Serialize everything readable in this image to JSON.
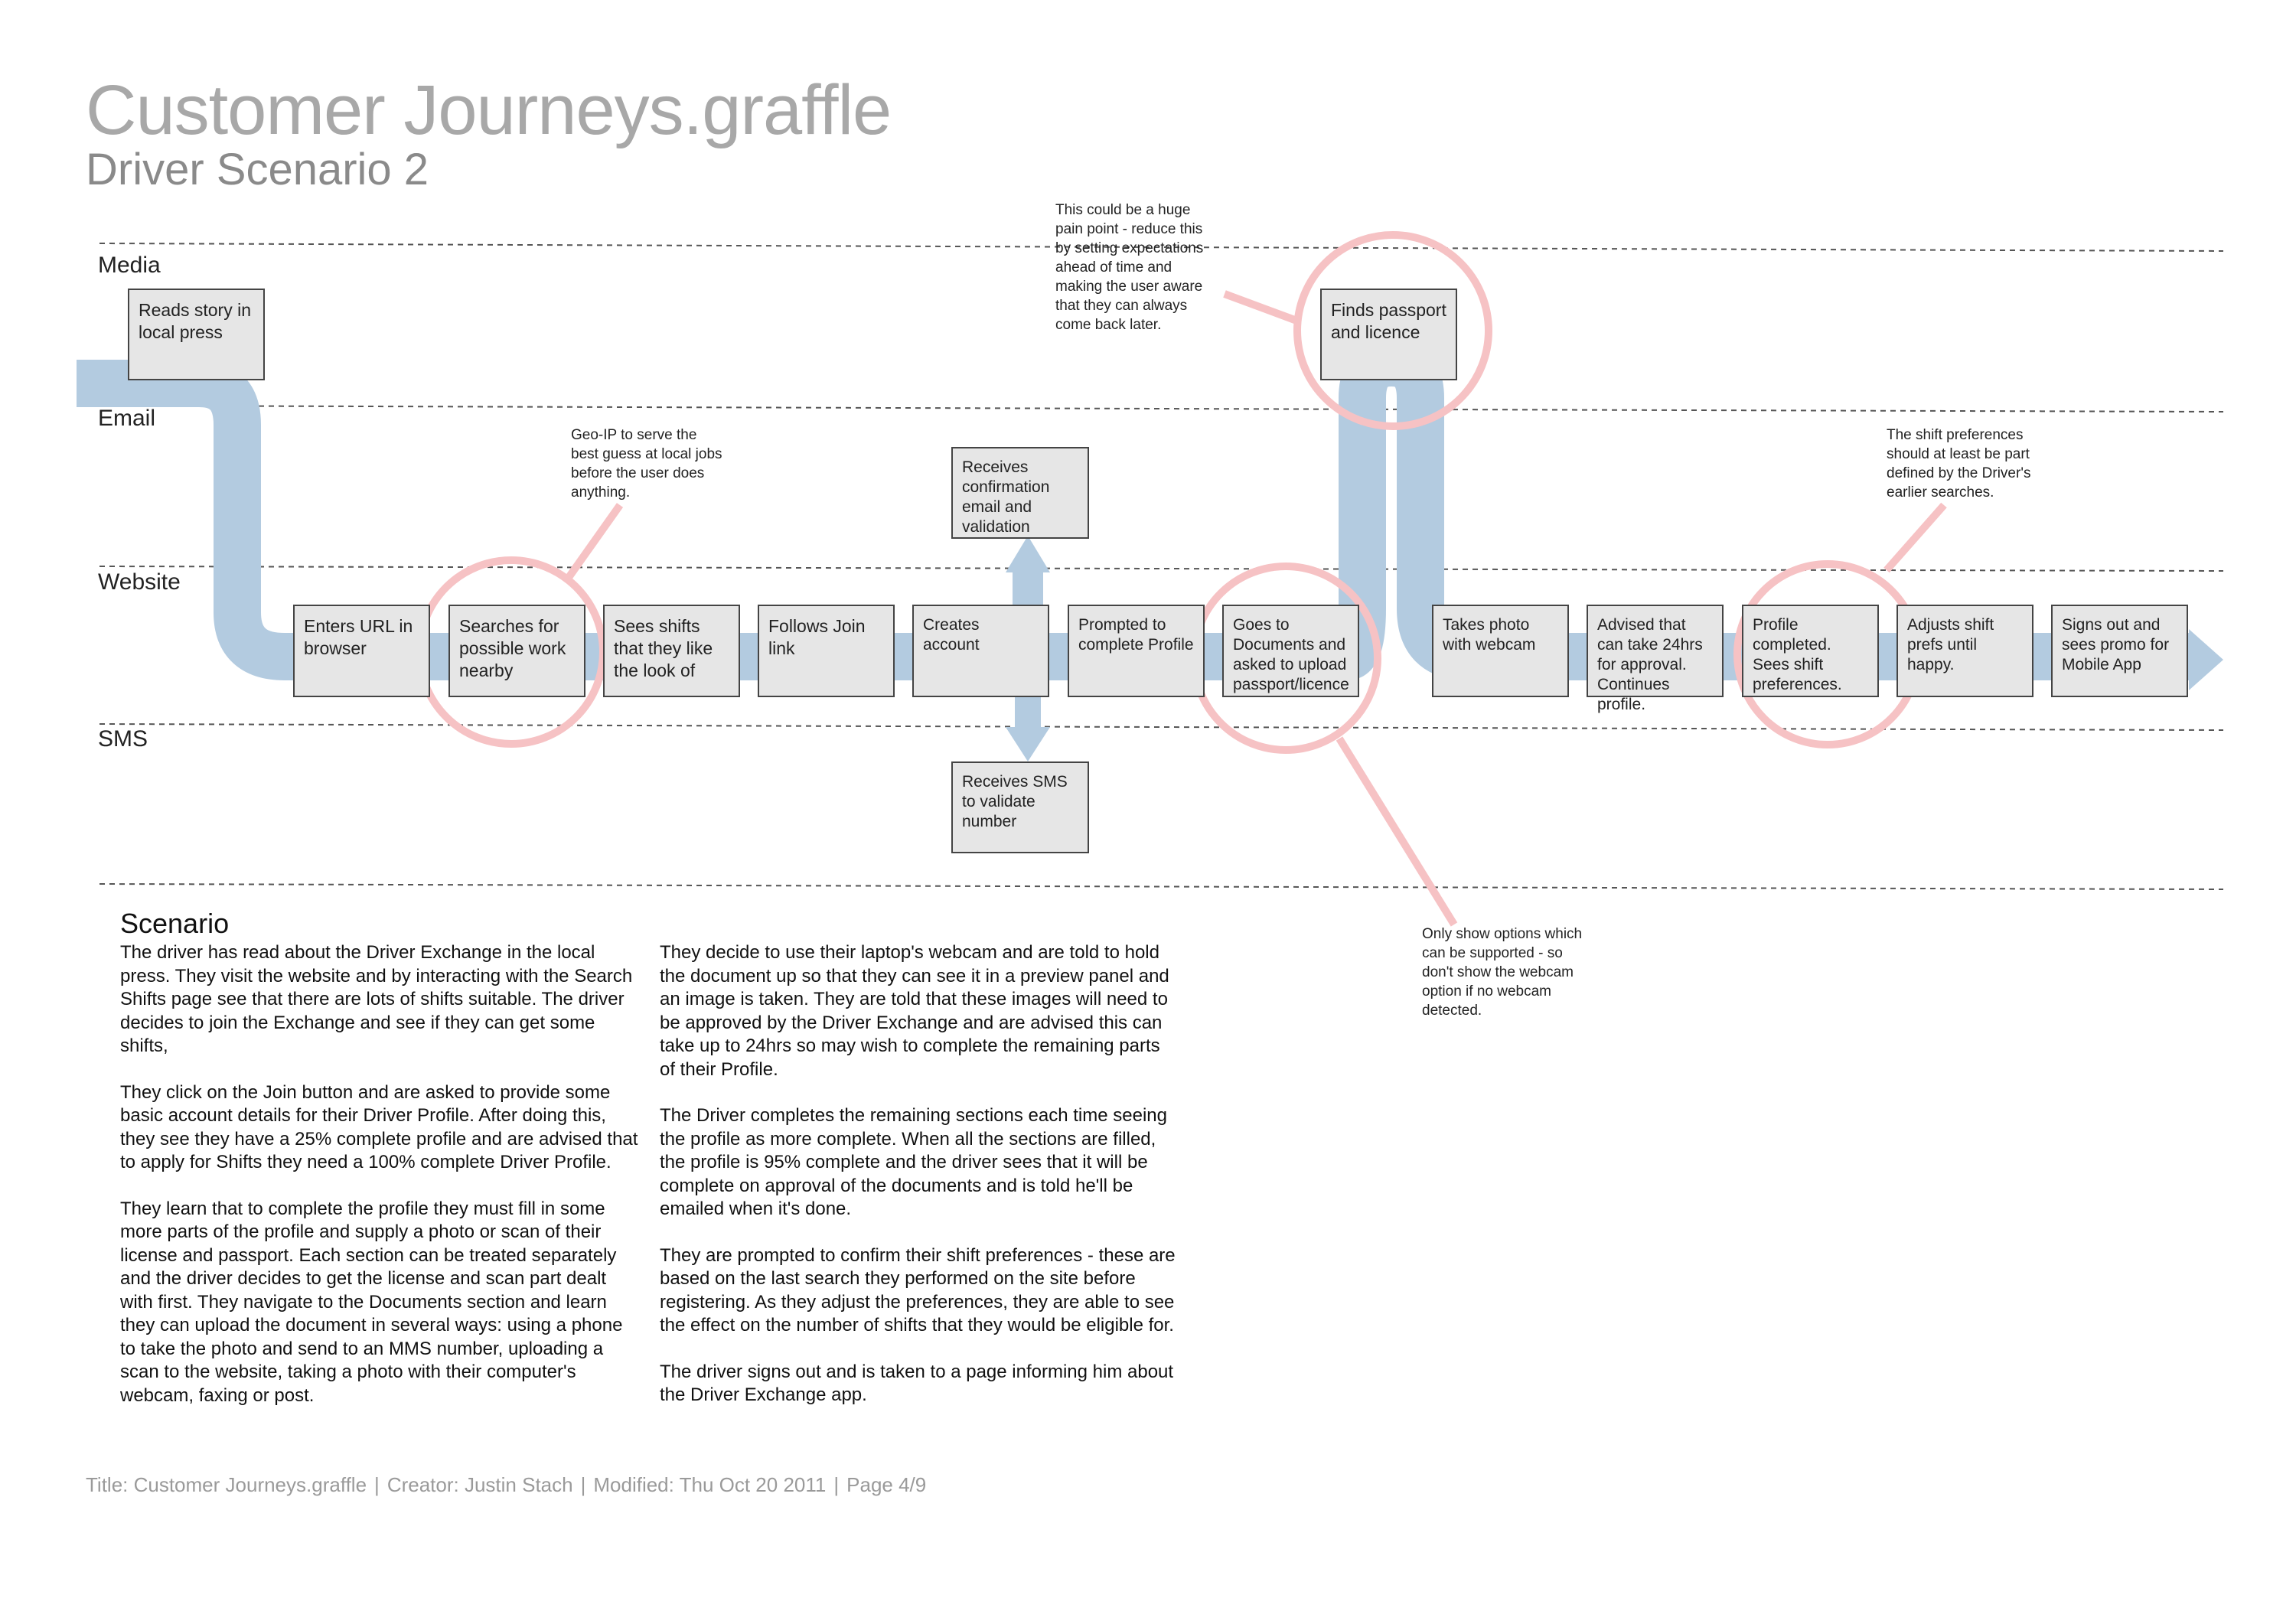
{
  "header": {
    "title": "Customer Journeys.graffle",
    "subtitle": "Driver Scenario 2"
  },
  "lanes": [
    "Media",
    "Email",
    "Website",
    "SMS"
  ],
  "steps": {
    "media_reads_story": "Reads story in local press",
    "enters_url": "Enters URL in browser",
    "searches_work": "Searches for possible work nearby",
    "sees_shifts": "Sees shifts that they like the look of",
    "follows_join": "Follows Join link",
    "creates_account": "Creates account",
    "receives_confirmation": "Receives confirmation email and validation",
    "receives_sms": "Receives SMS to validate number",
    "prompted_profile": "Prompted to complete Profile",
    "goes_documents": "Goes to Documents and asked to upload passport/licence",
    "finds_passport": "Finds passport and licence",
    "takes_photo": "Takes photo with webcam",
    "advised_24hrs": "Advised that can take 24hrs for approval. Continues profile.",
    "profile_completed": "Profile completed. Sees shift preferences.",
    "adjusts_shift": "Adjusts shift prefs until happy.",
    "signs_out": "Signs out and sees promo for Mobile App"
  },
  "notes": {
    "geo_ip": "Geo-IP to serve the best guess at local jobs before the user does anything.",
    "pain_point": "This could be a huge pain point - reduce this by setting expectations ahead of time and making the user aware that they can always come back later.",
    "shift_prefs": "The shift preferences should at least be part defined by the Driver's earlier searches.",
    "webcam": "Only show options which can be supported - so don't show the webcam option if no webcam detected."
  },
  "scenario": {
    "heading": "Scenario",
    "col1": [
      "The driver has read about the Driver Exchange in the local press. They visit the website and by interacting with the Search Shifts page see that there are lots of shifts suitable. The driver decides to join the Exchange and see if they can get some shifts,",
      "They click on the Join button and are asked to provide some basic account details for their Driver Profile. After doing this, they see they have a 25% complete profile and are advised that to apply for Shifts they need a 100% complete Driver Profile.",
      "They learn that to complete the profile they must fill in some more parts of the profile and supply a photo or scan of their license and passport. Each section can be treated separately and the driver decides to get the license and scan part dealt with first. They navigate to the Documents section and learn they can upload the document in several ways: using a phone to take the photo and send to an MMS number, uploading a scan to the website, taking a photo with their computer's webcam, faxing or post."
    ],
    "col2": [
      "They decide to use their laptop's webcam and are told to hold the document up so that they can see it in a preview panel and an image is taken. They are told that these images will need to be approved by the Driver Exchange and are advised this can take up to 24hrs so may wish to complete the remaining parts of their Profile.",
      "The Driver completes the remaining sections each time seeing the profile as more complete. When all the sections are filled, the profile is 95% complete and the driver sees that it will be complete on approval of the documents and is told he'll be emailed when it's done.",
      "They are prompted to confirm their shift preferences - these are based on the last search they performed on the site before registering. As they adjust the preferences, they are able to see the effect on the number of shifts that they would be eligible for.",
      "The driver signs out and is taken to a page informing him about the Driver Exchange app."
    ]
  },
  "footer": {
    "title": "Title: Customer Journeys.graffle",
    "creator": "Creator: Justin Stach",
    "modified": "Modified: Thu Oct 20 2011",
    "page": "Page 4/9",
    "separator": "|"
  },
  "colors": {
    "flow": "#b3cbe0",
    "highlight": "#f6c2c4",
    "box_fill": "#e6e6e6",
    "box_border": "#444444",
    "title_gray": "#a8a8a8"
  }
}
